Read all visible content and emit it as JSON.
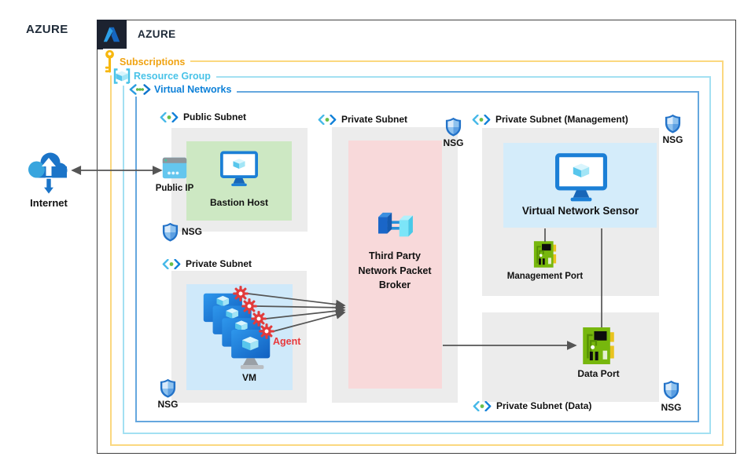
{
  "page": {
    "outer_label": "AZURE"
  },
  "header": {
    "title": "AZURE",
    "logo_icon": "azure-logo-icon"
  },
  "scopes": {
    "subscriptions": {
      "label": "Subscriptions",
      "icon": "key-icon",
      "text_color": "#f0a312",
      "border_color": "#fbd87f"
    },
    "resource_group": {
      "label": "Resource Group",
      "icon": "resource-group-icon",
      "text_color": "#49c3e8",
      "border_color": "#a3e0f2"
    },
    "virtual_networks": {
      "label": "Virtual Networks",
      "icon": "virtual-network-icon",
      "text_color": "#0e81d8",
      "border_color": "#65a7de"
    }
  },
  "subnets": {
    "public": {
      "label": "Public Subnet"
    },
    "private_mid": {
      "label": "Private Subnet"
    },
    "private_vm": {
      "label": "Private Subnet"
    },
    "private_mgmt": {
      "label": "Private Subnet (Management)"
    },
    "private_data": {
      "label": "Private Subnet (Data)"
    }
  },
  "nodes": {
    "internet": {
      "label": "Internet",
      "icon": "internet-cloud-icon"
    },
    "public_ip": {
      "label": "Public IP",
      "icon": "public-ip-icon"
    },
    "bastion": {
      "label": "Bastion Host",
      "icon": "monitor-cube-icon"
    },
    "vm": {
      "label": "VM",
      "icon": "vm-stack-icon"
    },
    "agent": {
      "label": "Agent",
      "icon": "gear-icon",
      "text_color": "#e8393c"
    },
    "broker": {
      "lines": [
        "Third Party",
        "Network Packet",
        "Broker"
      ],
      "icon": "packet-broker-icon"
    },
    "sensor": {
      "label": "Virtual Network Sensor",
      "icon": "monitor-cube-icon"
    },
    "mgmt_port": {
      "label": "Management Port",
      "icon": "network-card-icon"
    },
    "data_port": {
      "label": "Data Port",
      "icon": "network-card-icon"
    },
    "nsg": {
      "label": "NSG",
      "icon": "shield-icon"
    }
  },
  "colors": {
    "outer_border": "#404040",
    "subnet_bg": "#ececec",
    "bastion_bg": "#cde8c3",
    "vm_bg": "#cfe9fa",
    "broker_bg": "#f8d9da",
    "sensor_bg": "#d4ecfa",
    "arrow": "#555555",
    "agent_gear": "#e23b3b",
    "port_green": "#77b70d",
    "key_gold": "#f7b70e"
  }
}
